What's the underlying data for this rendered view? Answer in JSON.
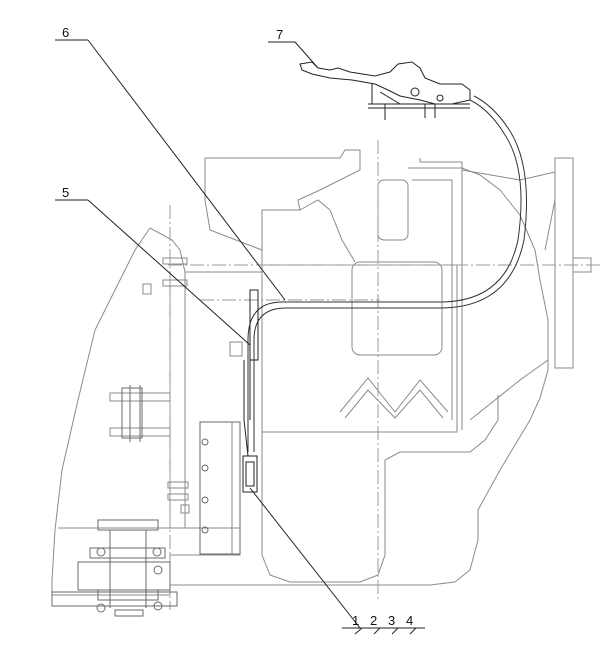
{
  "diagram": {
    "callouts": [
      {
        "id": "c1",
        "text": "1"
      },
      {
        "id": "c2",
        "text": "2"
      },
      {
        "id": "c3",
        "text": "3"
      },
      {
        "id": "c4",
        "text": "4"
      },
      {
        "id": "c5",
        "text": "5"
      },
      {
        "id": "c6",
        "text": "6"
      },
      {
        "id": "c7",
        "text": "7"
      }
    ]
  }
}
